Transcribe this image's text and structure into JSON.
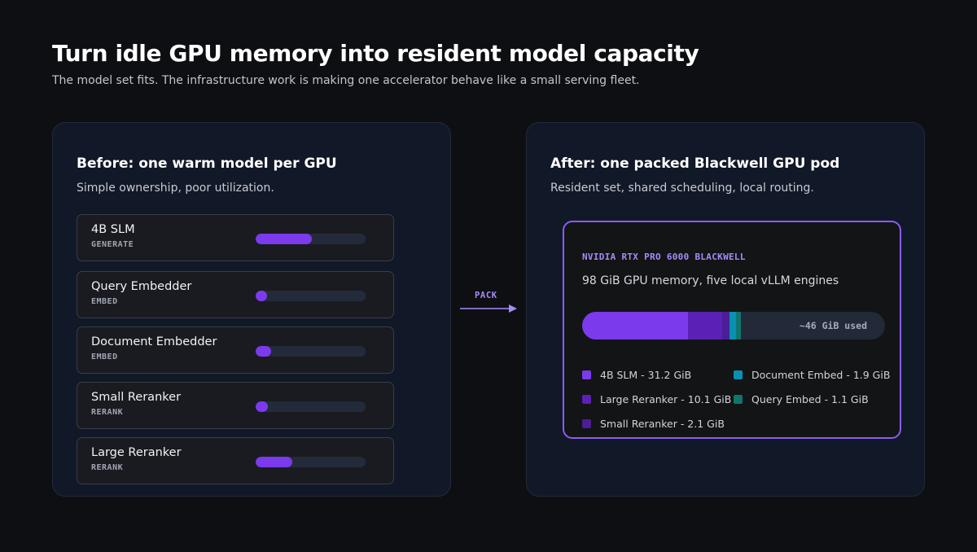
{
  "header": {
    "title": "Turn idle GPU memory into resident model capacity",
    "subtitle": "The model set fits. The infrastructure work is making one accelerator behave like a small serving fleet."
  },
  "before": {
    "title": "Before: one warm model per GPU",
    "subtitle": "Simple ownership, poor utilization.",
    "models": [
      {
        "name": "4B SLM",
        "role": "GENERATE",
        "utilization": 0.51
      },
      {
        "name": "Query Embedder",
        "role": "EMBED",
        "utilization": 0.1
      },
      {
        "name": "Document Embedder",
        "role": "EMBED",
        "utilization": 0.14
      },
      {
        "name": "Small Reranker",
        "role": "RERANK",
        "utilization": 0.11
      },
      {
        "name": "Large Reranker",
        "role": "RERANK",
        "utilization": 0.33
      }
    ]
  },
  "transition": {
    "label": "PACK"
  },
  "after": {
    "title": "After: one packed Blackwell GPU pod",
    "subtitle": "Resident set, shared scheduling, local routing.",
    "gpu": {
      "name": "NVIDIA RTX PRO 6000 BLACKWELL",
      "description": "98 GiB GPU memory, five local vLLM engines",
      "total_gib": 98,
      "used_label": "~46 GiB used"
    },
    "segments": [
      {
        "label": "4B SLM - 31.2 GiB",
        "gib": 31.2,
        "color": "#7c3aed"
      },
      {
        "label": "Large Reranker - 10.1 GiB",
        "gib": 10.1,
        "color": "#5b21b6"
      },
      {
        "label": "Small Reranker - 2.1 GiB",
        "gib": 2.1,
        "color": "#4c1d95"
      },
      {
        "label": "Document Embed - 1.9 GiB",
        "gib": 1.9,
        "color": "#0891b2"
      },
      {
        "label": "Query Embed - 1.1 GiB",
        "gib": 1.1,
        "color": "#0f766e"
      }
    ]
  },
  "colors": {
    "accent": "#8b5cf6",
    "fill": "#7c3aed",
    "background": "#0e0f12",
    "panel": "#111827"
  }
}
